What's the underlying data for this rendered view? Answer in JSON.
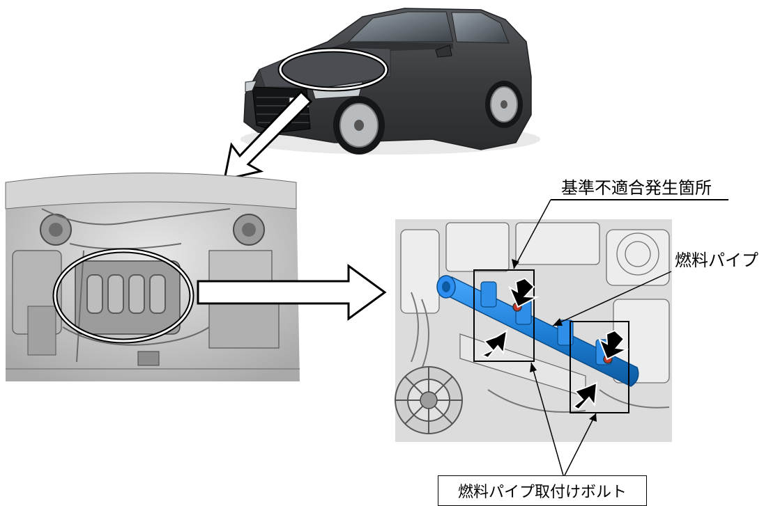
{
  "labels": {
    "defect_site": "基準不適合発生箇所",
    "fuel_pipe": "燃料パイプ",
    "fuel_pipe_bolts": "燃料パイプ取付けボルト"
  },
  "colors": {
    "fuel_rail": "#1e7fd6",
    "car_body": "#3a3c3f",
    "engine_bay_bg": "#cfcfcf",
    "engine_detail_bg": "#d9d9d9"
  },
  "illustrations": {
    "car": "hatchback-car-three-quarter-front",
    "engine_bay": "engine-bay-top-view",
    "engine_detail": "engine-detail-fuel-rail"
  }
}
